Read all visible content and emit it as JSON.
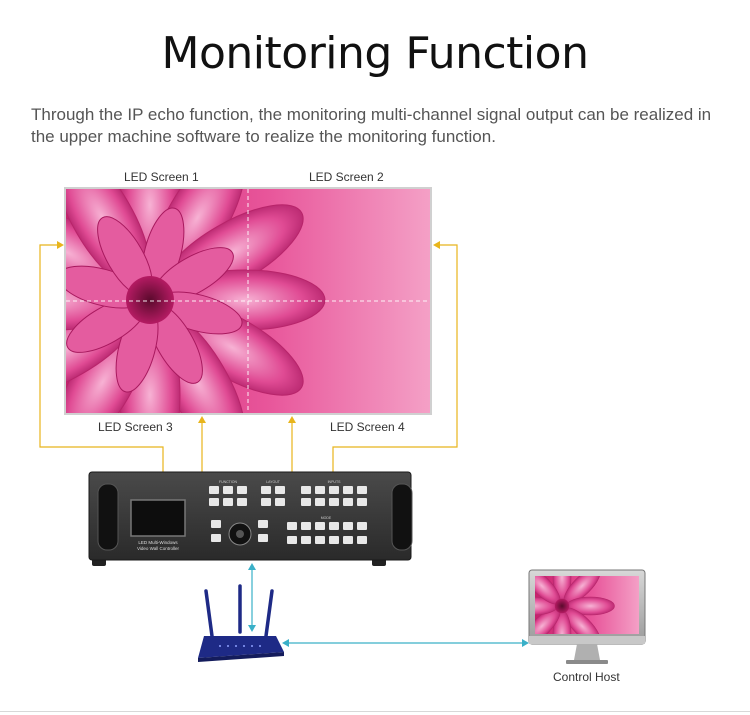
{
  "title": "Monitoring Function",
  "description": "Through the IP echo function, the monitoring multi-channel signal output can be realized in the upper machine software to realize the monitoring function.",
  "screens": {
    "screen1": "LED Screen 1",
    "screen2": "LED Screen 2",
    "screen3": "LED Screen 3",
    "screen4": "LED Screen 4"
  },
  "controller": {
    "lcd_text_line1": "LED Multi-Windows",
    "lcd_text_line2": "Video Wall Controller",
    "groups": [
      "FUNCTION",
      "LAYOUT",
      "INPUTS",
      "MODE"
    ]
  },
  "control_host": "Control Host",
  "colors": {
    "signal_line": "#e8b51c",
    "network_line": "#3ab0c8",
    "router": "#1e2a86"
  }
}
